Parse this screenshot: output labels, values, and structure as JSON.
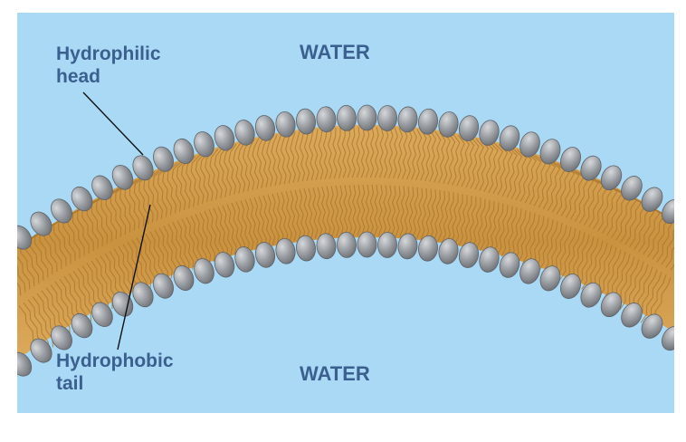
{
  "labels": {
    "water_top": "WATER",
    "water_bottom": "WATER",
    "head_line1": "Hydrophilic",
    "head_line2": "head",
    "tail_line1": "Hydrophobic",
    "tail_line2": "tail"
  },
  "colors": {
    "water": "#a9d9f5",
    "head": "#8d9196",
    "head_edge": "#5f6368",
    "tail": "#d7a14f",
    "tail_dark": "#a8762f",
    "label_text": "#3b5f8e",
    "leader_line": "#111111"
  }
}
